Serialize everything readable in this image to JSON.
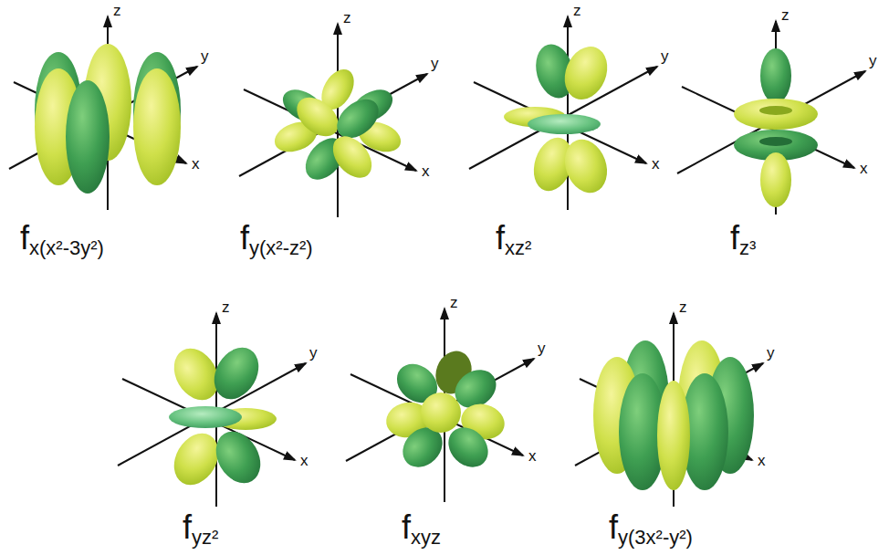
{
  "diagram": {
    "labels": [
      "z",
      "y",
      "x",
      "f",
      "x(x²-3y²)",
      "z",
      "y",
      "x",
      "f",
      "y(x²-z²)",
      "z",
      "y",
      "x",
      "f",
      "xz²",
      "z",
      "y",
      "x",
      "f",
      "z³",
      "z",
      "y",
      "x",
      "f",
      "yz²",
      "z",
      "y",
      "x",
      "f",
      "xyz",
      "z",
      "y",
      "x",
      "f",
      "y(3x²-y²)"
    ]
  }
}
